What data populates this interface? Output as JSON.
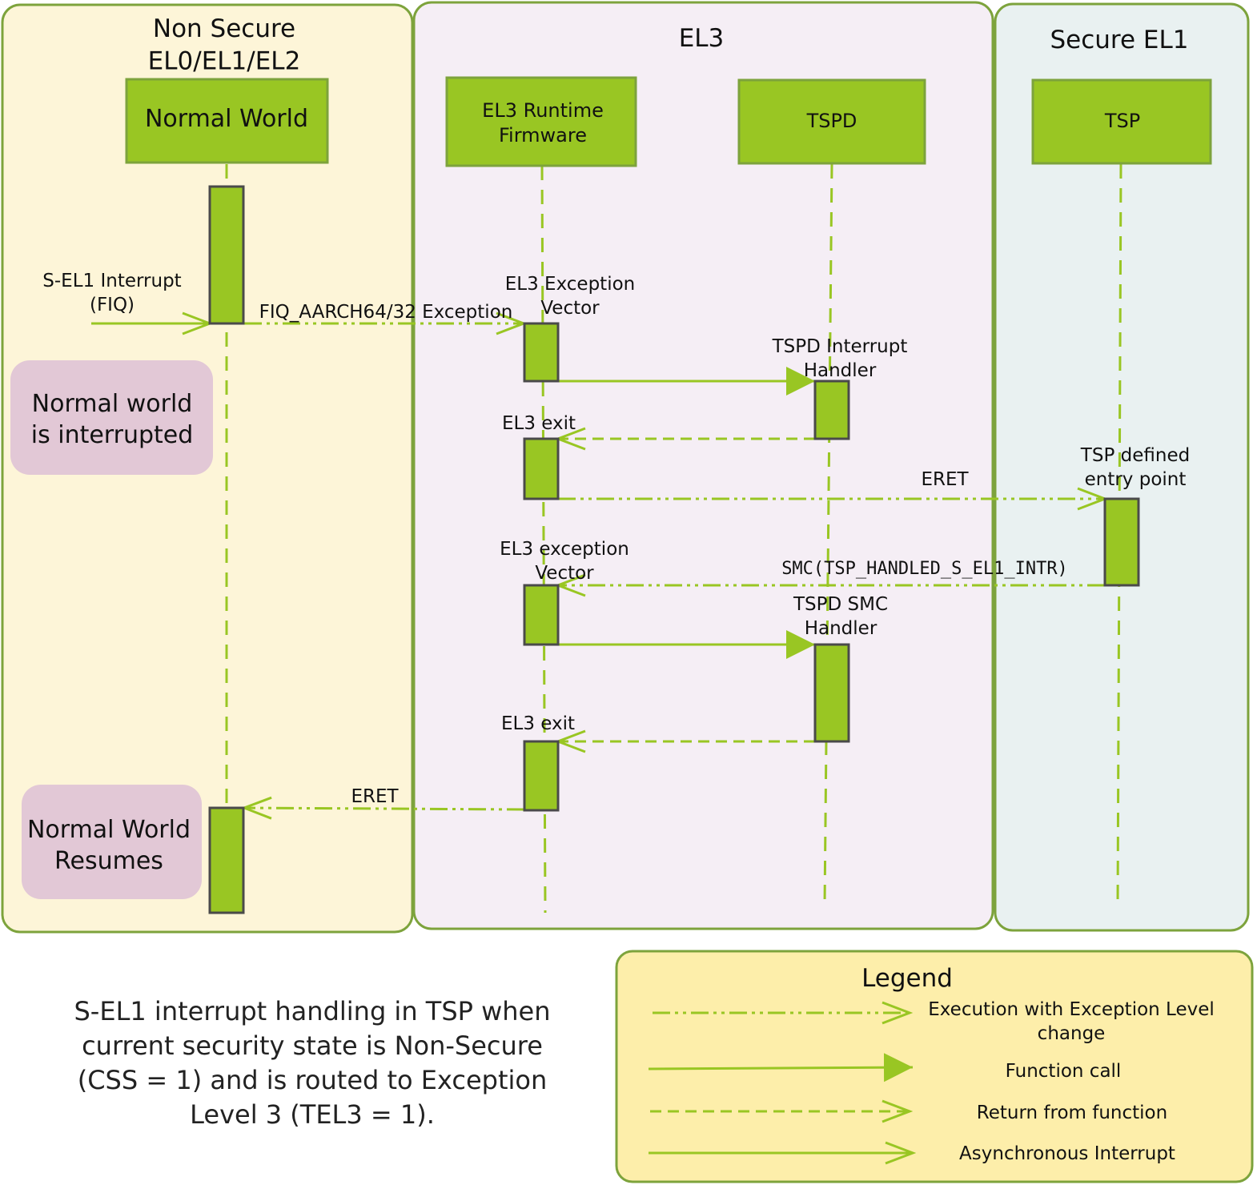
{
  "regions": {
    "non_secure": "Non Secure\nEL0/EL1/EL2",
    "el3": "EL3",
    "secure_el1": "Secure EL1"
  },
  "lifelines": {
    "normal_world": "Normal World",
    "el3_runtime": "EL3 Runtime\nFirmware",
    "tspd": "TSPD",
    "tsp": "TSP"
  },
  "messages": {
    "s_el1_interrupt": "S-EL1 Interrupt\n(FIQ)",
    "fiq_exception": "FIQ_AARCH64/32 Exception",
    "el3_exception_vector_1": "EL3 Exception\nVector",
    "tspd_interrupt_handler": "TSPD Interrupt\nHandler",
    "el3_exit_1": "EL3 exit",
    "eret_1": "ERET",
    "tsp_entry_point": "TSP defined\nentry point",
    "el3_exception_vector_2": "EL3 exception\nVector",
    "smc_call": "SMC(TSP_HANDLED_S_EL1_INTR)",
    "tspd_smc_handler": "TSPD SMC\nHandler",
    "el3_exit_2": "EL3 exit",
    "eret_2": "ERET"
  },
  "notes": {
    "interrupted": "Normal world\nis interrupted",
    "resumes": "Normal World\nResumes"
  },
  "caption": "S-EL1 interrupt handling in TSP when current security state is Non-Secure (CSS = 1) and is routed to Exception Level 3 (TEL3 = 1).",
  "legend": {
    "title": "Legend",
    "items": [
      {
        "label": "Execution with Exception Level\nchange",
        "style": "dash-dot-open-arrow"
      },
      {
        "label": "Function call",
        "style": "solid-filled-arrow"
      },
      {
        "label": "Return from function",
        "style": "dashed-open-arrow"
      },
      {
        "label": "Asynchronous Interrupt",
        "style": "solid-open-arrow"
      }
    ]
  },
  "colors": {
    "green": "#99c623",
    "box_border": "#4a4a4a",
    "non_secure_bg": "#fdf5d8",
    "el3_bg": "#f5eef5",
    "secure_bg": "#e9f1f1",
    "region_border": "#7da33c",
    "note_bg": "#e2c8d6",
    "legend_bg": "#fdeeaa"
  }
}
